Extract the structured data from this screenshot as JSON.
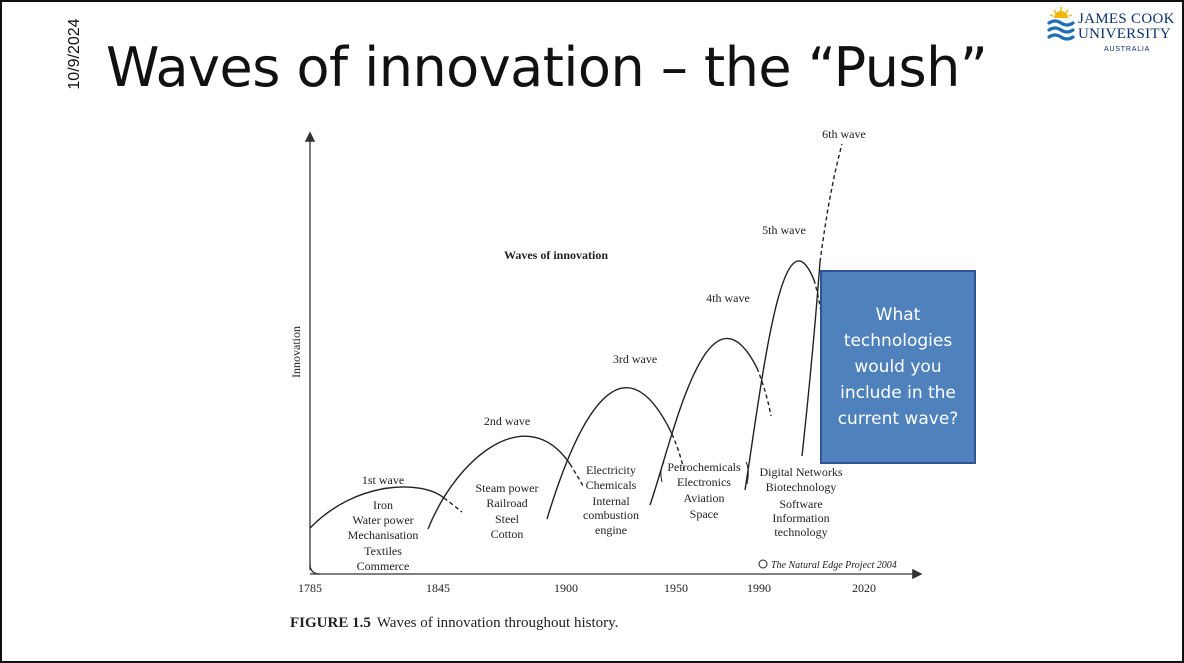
{
  "slide": {
    "date": "10/9/2024",
    "title": "Waves of innovation – the “Push”",
    "logo": {
      "line1": "JAMES COOK",
      "line2": "UNIVERSITY",
      "line3": "AUSTRALIA",
      "icon": "waves-sun-icon",
      "colors": {
        "navy": "#0d2f6b",
        "water": "#1f6fb5",
        "sun": "#f2b705"
      }
    }
  },
  "figure": {
    "heading": "Waves of innovation",
    "y_axis_label": "Innovation",
    "x_ticks": [
      "1785",
      "1845",
      "1900",
      "1950",
      "1990",
      "2020"
    ],
    "credit": "The Natural Edge Project 2004",
    "waves": [
      {
        "label": "1st wave",
        "technologies": [
          "Iron",
          "Water power",
          "Mechanisation",
          "Textiles",
          "Commerce"
        ]
      },
      {
        "label": "2nd wave",
        "technologies": [
          "Steam power",
          "Railroad",
          "Steel",
          "Cotton"
        ]
      },
      {
        "label": "3rd wave",
        "technologies": [
          "Electricity",
          "Chemicals",
          "Internal",
          "combustion",
          "engine"
        ]
      },
      {
        "label": "4th wave",
        "technologies": [
          "Petrochemicals",
          "Electronics",
          "Aviation",
          "Space"
        ]
      },
      {
        "label": "5th wave",
        "technologies": [
          "Digital Networks",
          "Biotechnology",
          "Software",
          "Information",
          "technology"
        ]
      },
      {
        "label": "6th wave",
        "technologies": []
      }
    ],
    "caption_label": "FIGURE 1.5",
    "caption_text": "Waves of innovation throughout history."
  },
  "callout": {
    "text": "What technologies would you include in the current wave?",
    "background": "#4f81bd"
  }
}
